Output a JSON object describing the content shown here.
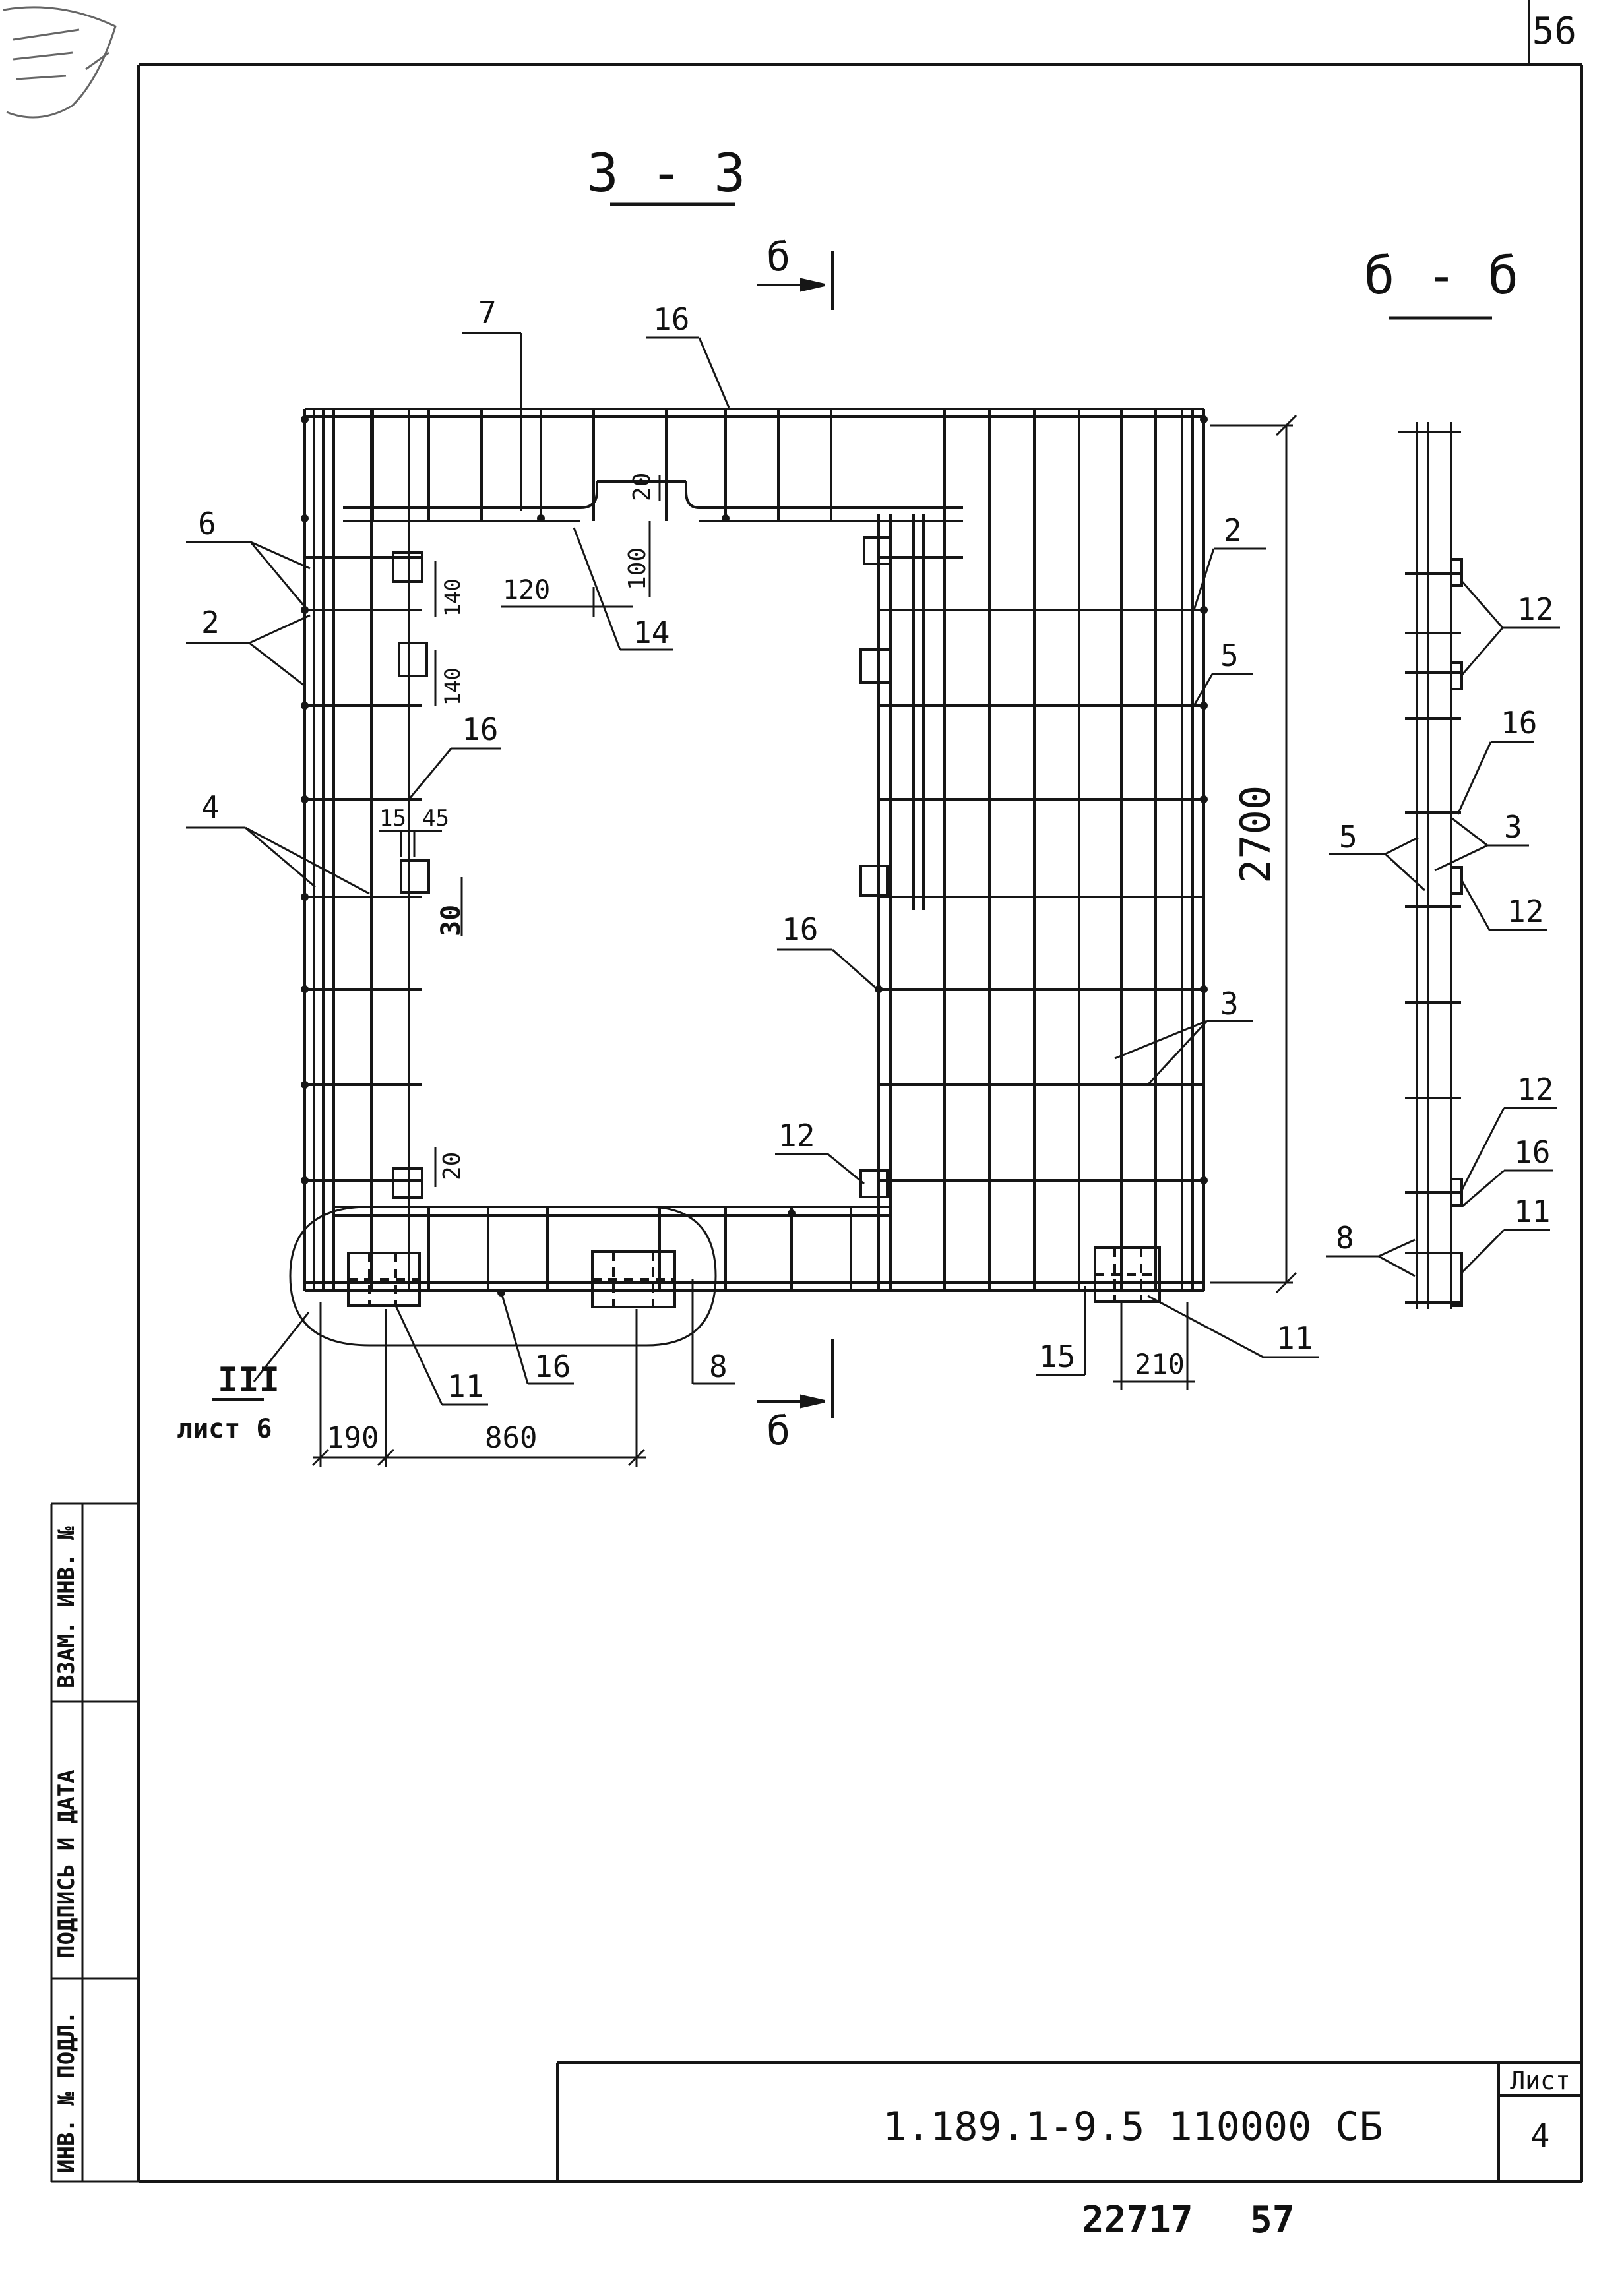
{
  "sheet": {
    "corner_number": "56",
    "designation": "1.189.1-9.5 110000 СБ",
    "sheet_label": "Лист",
    "sheet_number": "4",
    "archive_number": "22717",
    "archive_page": "57"
  },
  "side_stamp": {
    "inv_no": "ИНВ. № ПОДЛ.",
    "sign_date": "ПОДПИСЬ И ДАТА",
    "replace_inv": "ВЗАМ. ИНВ. №"
  },
  "view_main": {
    "title": "3 - 3",
    "section_mark": "б",
    "callout_ref": "III",
    "callout_sheet": "лист 6"
  },
  "view_section": {
    "title": "б - б"
  },
  "positions": {
    "p2a": "2",
    "p2b": "2",
    "p3a": "3",
    "p3b": "3",
    "p4": "4",
    "p5a": "5",
    "p5b": "5",
    "p6": "6",
    "p7": "7",
    "p8a": "8",
    "p8b": "8",
    "p11a": "11",
    "p11b": "11",
    "p11c": "11",
    "p12a": "12",
    "p12b": "12",
    "p12c": "12",
    "p12d": "12",
    "p14": "14",
    "p15": "15",
    "p16a": "16",
    "p16b": "16",
    "p16c": "16",
    "p16d": "16",
    "p16e": "16",
    "p16f": "16"
  },
  "dims": {
    "d20a": "20",
    "d100": "100",
    "d120": "120",
    "d140a": "140",
    "d140b": "140",
    "d15": "15",
    "d45": "45",
    "d30": "30",
    "d20b": "20",
    "d2700": "2700",
    "d190": "190",
    "d860": "860",
    "d210": "210"
  }
}
